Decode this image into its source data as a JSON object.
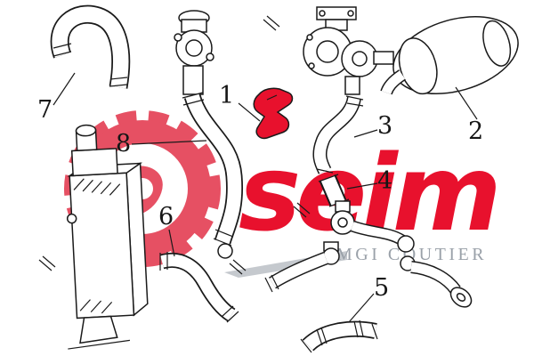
{
  "diagram": {
    "description": "Exploded turbo hose and intercooler parts diagram",
    "labels": [
      {
        "text": "1"
      },
      {
        "text": "2"
      },
      {
        "text": "3"
      },
      {
        "text": "4"
      },
      {
        "text": "5"
      },
      {
        "text": "6"
      },
      {
        "text": "7"
      },
      {
        "text": "8"
      }
    ],
    "highlight_color": "#e8112d"
  },
  "watermark": {
    "brand": "seim",
    "subbrand": "MGI COUTIER",
    "brand_color": "#e8112d",
    "gear_color": "#e5475b",
    "subbrand_color": "#9aa1a9"
  }
}
